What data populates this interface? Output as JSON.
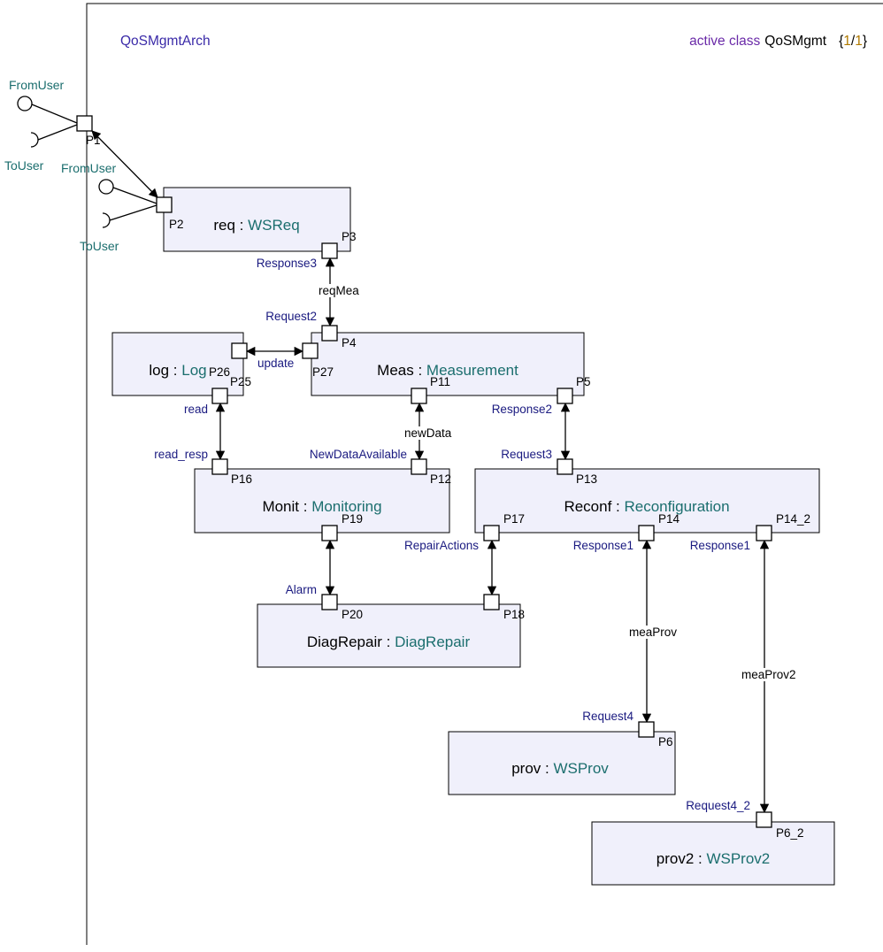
{
  "header": {
    "diagram_name": "QoSMgmtArch",
    "keyword": "active class",
    "class_name": "QoSMgmt",
    "page_open": "{",
    "page_current": "1",
    "page_sep": "/",
    "page_total": "1",
    "page_close": "}"
  },
  "parts": [
    {
      "name": "req",
      "type": "WSReq"
    },
    {
      "name": "log",
      "type": "Log"
    },
    {
      "name": "Meas",
      "type": "Measurement"
    },
    {
      "name": "Monit",
      "type": "Monitoring"
    },
    {
      "name": "Reconf",
      "type": "Reconfiguration"
    },
    {
      "name": "DiagRepair",
      "type": "DiagRepair"
    },
    {
      "name": "prov",
      "type": "WSProv"
    },
    {
      "name": "prov2",
      "type": "WSProv2"
    }
  ],
  "type_separator": " : ",
  "ports": [
    "P1",
    "P2",
    "P3",
    "P4",
    "P5",
    "P25",
    "P26",
    "P27",
    "P11",
    "P16",
    "P12",
    "P13",
    "P19",
    "P17",
    "P14",
    "P14_2",
    "P20",
    "P18",
    "P6",
    "P6_2"
  ],
  "interfaces": [
    "FromUser",
    "ToUser",
    "FromUser",
    "ToUser"
  ],
  "signals": [
    "Response3",
    "Request2",
    "read",
    "update",
    "Response2",
    "read_resp",
    "NewDataAvailable",
    "Request3",
    "RepairActions",
    "Response1",
    "Response1",
    "Alarm",
    "Request4",
    "Request4_2"
  ],
  "connectors": [
    "reqMea",
    "newData",
    "meaProv",
    "meaProv2"
  ]
}
